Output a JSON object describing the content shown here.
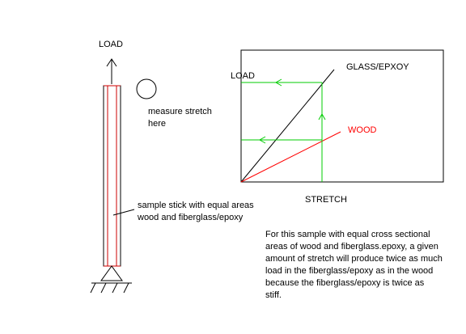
{
  "left_figure": {
    "load_label": "LOAD",
    "measure_label": [
      "measure stretch",
      "here"
    ],
    "sample_label": [
      "sample stick with equal areas",
      "wood and fiberglass/epoxy"
    ]
  },
  "graph": {
    "y_label": "LOAD",
    "x_label": "STRETCH",
    "glass_label": "GLASS/EPXOY",
    "wood_label": "WOOD",
    "colors": {
      "glass_line": "#000000",
      "wood_line": "#ff0000",
      "construction": "#00cc00",
      "wood_text": "#ff0000",
      "stick_outline": "#cc0000"
    }
  },
  "explanation": [
    "For this sample with equal cross sectional",
    "areas of wood and fiberglass.epoxy, a given",
    "amount of stretch will produce twice as much",
    "load in the fiberglass/epoxy as in the wood",
    "because the fiberglass/epoxy is twice as",
    "stiff."
  ]
}
